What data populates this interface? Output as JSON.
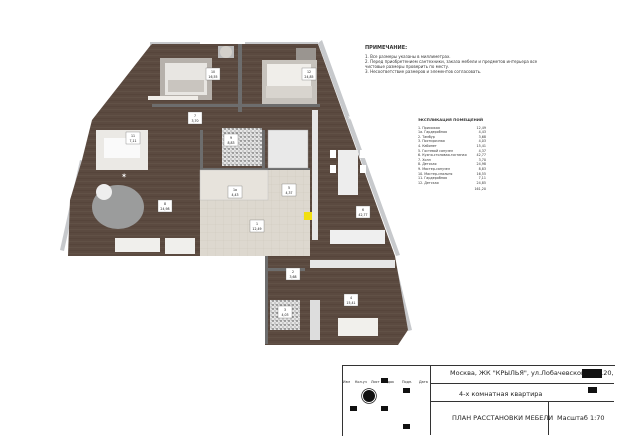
{
  "notes": {
    "title": "ПРИМЕЧАНИЕ:",
    "items": [
      "1. Все размеры указаны в миллиметрах.",
      "2. Перед приобретением сантехники, заказа мебели и предметов интерьера все",
      "    чистовые размеры проверить по месту.",
      "3. Несоответствие размеров и элементов согласовать."
    ]
  },
  "explication": {
    "title": "ЭКСПЛИКАЦИЯ ПОМЕЩЕНИЙ",
    "rooms": [
      {
        "name": "1. Прихожая",
        "area": "12,49"
      },
      {
        "name": "1а. Гардеробная",
        "area": "4,43"
      },
      {
        "name": "2. Тамбур",
        "area": "3,68"
      },
      {
        "name": "3. Постирочная",
        "area": "4,03"
      },
      {
        "name": "4. Кабинет",
        "area": "15,41"
      },
      {
        "name": "5. Гостевой санузел",
        "area": "4,37"
      },
      {
        "name": "6. Кухня-столовая-гостиная",
        "area": "42,77"
      },
      {
        "name": "7. Холл",
        "area": "3,70"
      },
      {
        "name": "8. Детская",
        "area": "24,98"
      },
      {
        "name": "9. Мастер-санузел",
        "area": "8,83"
      },
      {
        "name": "10. Мастер-спальня",
        "area": "16,55"
      },
      {
        "name": "11. Гардеробная",
        "area": "7,11"
      },
      {
        "name": "12. Детская",
        "area": "24,85"
      }
    ],
    "total": "161,20"
  },
  "plan_labels": [
    {
      "id": "r1",
      "num": "1",
      "area": "12,49"
    },
    {
      "id": "r1a",
      "num": "1а",
      "area": "4,43"
    },
    {
      "id": "r2",
      "num": "2",
      "area": "3,68"
    },
    {
      "id": "r3",
      "num": "3",
      "area": "4,03"
    },
    {
      "id": "r4",
      "num": "4",
      "area": "15,41"
    },
    {
      "id": "r5",
      "num": "5",
      "area": "4,37"
    },
    {
      "id": "r6",
      "num": "6",
      "area": "42,77"
    },
    {
      "id": "r7",
      "num": "7",
      "area": "3,70"
    },
    {
      "id": "r8",
      "num": "8",
      "area": "24,98"
    },
    {
      "id": "r9",
      "num": "9",
      "area": "8,83"
    },
    {
      "id": "r10",
      "num": "10",
      "area": "16,55"
    },
    {
      "id": "r11",
      "num": "11",
      "area": "7,11"
    },
    {
      "id": "r12",
      "num": "12",
      "area": "24,85"
    }
  ],
  "stamp": {
    "address": "Москва, ЖК \"КРЫЛЬЯ\", ул.Лобачевского, д.120,",
    "apartment": "4-х комнатная квартира",
    "sheet": "ПЛАН РАССТАНОВКИ МЕБЕЛИ",
    "scale": "Масштаб 1:70",
    "sig_headers": [
      "Изм",
      "Кол.уч",
      "Лист",
      "№ док",
      "Подп.",
      "Дата"
    ]
  },
  "colors": {
    "wood": "#5b4a40",
    "wall": "#6d6d6d",
    "window": "#c7c9cc",
    "floor_light": "#ddd8cf",
    "accent": "#f2df10"
  }
}
